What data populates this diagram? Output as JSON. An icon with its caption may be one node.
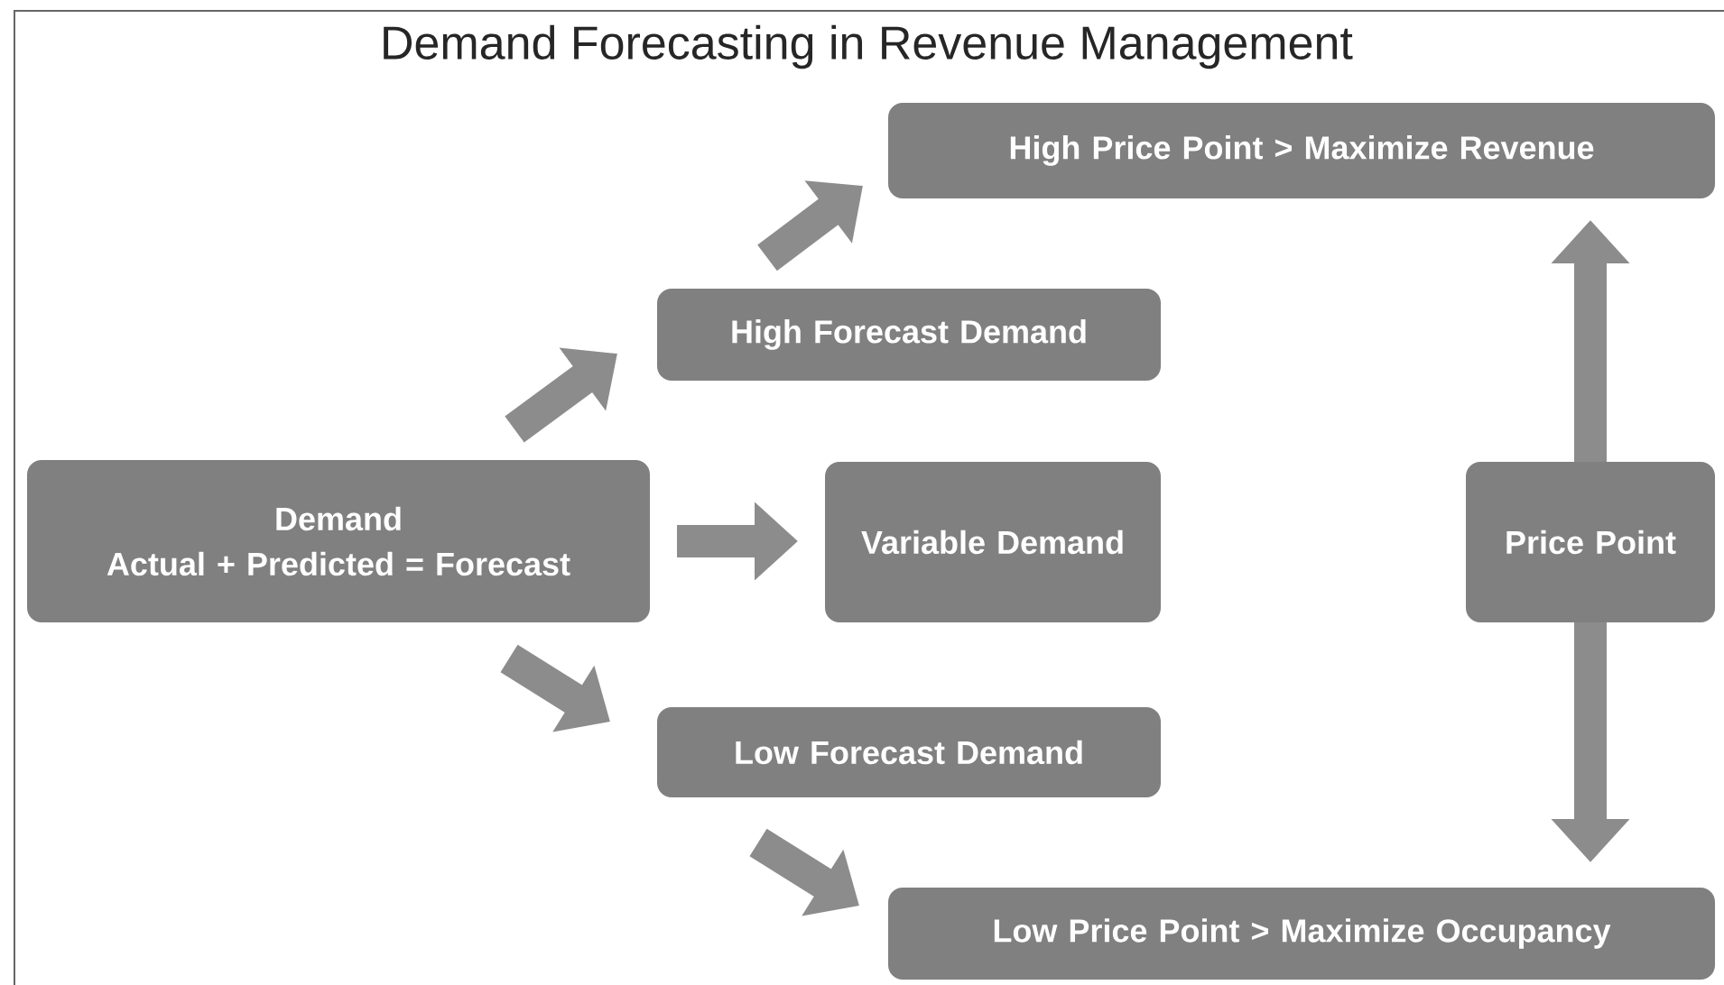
{
  "diagram": {
    "title": "Demand Forecasting in Revenue Management",
    "nodes": [
      {
        "text": [
          "Demand",
          "Actual + Predicted = Forecast"
        ]
      },
      {
        "text": [
          "High Price Point > Maximize Revenue"
        ]
      },
      {
        "text": [
          "High Forecast Demand"
        ]
      },
      {
        "text": [
          "Variable Demand"
        ]
      },
      {
        "text": [
          "Price Point"
        ]
      },
      {
        "text": [
          "Low Forecast Demand"
        ]
      },
      {
        "text": [
          "Low Price Point > Maximize Occupancy"
        ]
      }
    ],
    "edges": [
      {
        "from": 0,
        "to": 2,
        "arrow": "to"
      },
      {
        "from": 2,
        "to": 1,
        "arrow": "to"
      },
      {
        "from": 0,
        "to": 3,
        "arrow": "to"
      },
      {
        "from": 0,
        "to": 5,
        "arrow": "to"
      },
      {
        "from": 5,
        "to": 6,
        "arrow": "to"
      },
      {
        "from": 4,
        "to": 1,
        "arrow": "to"
      },
      {
        "from": 4,
        "to": 6,
        "arrow": "to"
      }
    ]
  }
}
